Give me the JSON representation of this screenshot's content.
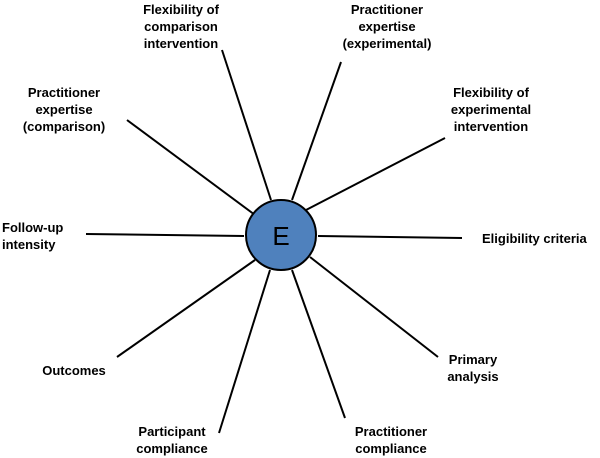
{
  "diagram": {
    "center_label": "E",
    "center_fill": "#4f81bd",
    "center_stroke": "#000000",
    "spoke_color": "#000000",
    "spokes": [
      {
        "id": "flexibility-comparison",
        "label_lines": [
          "Flexibility of",
          "comparison",
          "intervention"
        ]
      },
      {
        "id": "practitioner-expertise-experimental",
        "label_lines": [
          "Practitioner",
          "expertise",
          "(experimental)"
        ]
      },
      {
        "id": "flexibility-experimental",
        "label_lines": [
          "Flexibility of",
          "experimental",
          "intervention"
        ]
      },
      {
        "id": "eligibility-criteria",
        "label_lines": [
          "Eligibility criteria"
        ]
      },
      {
        "id": "primary-analysis",
        "label_lines": [
          "Primary",
          "analysis"
        ]
      },
      {
        "id": "practitioner-compliance",
        "label_lines": [
          "Practitioner",
          "compliance"
        ]
      },
      {
        "id": "participant-compliance",
        "label_lines": [
          "Participant",
          "compliance"
        ]
      },
      {
        "id": "outcomes",
        "label_lines": [
          "Outcomes"
        ]
      },
      {
        "id": "follow-up-intensity",
        "label_lines": [
          "Follow-up",
          "intensity"
        ]
      },
      {
        "id": "practitioner-expertise-comparison",
        "label_lines": [
          "Practitioner",
          "expertise",
          "(comparison)"
        ]
      }
    ]
  }
}
